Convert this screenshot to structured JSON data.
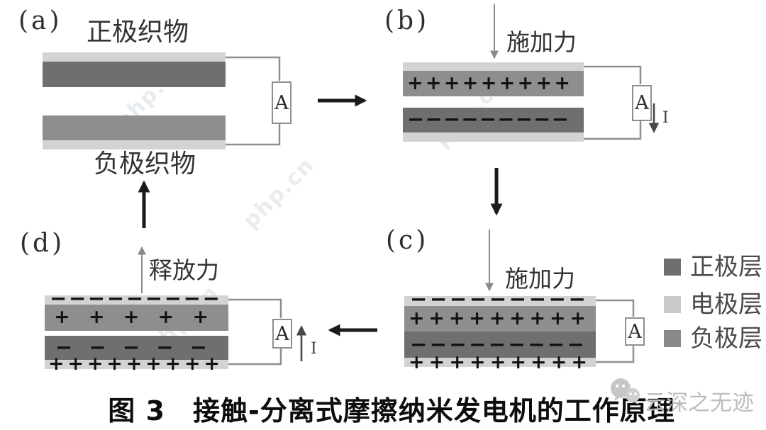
{
  "figure": {
    "caption": "图 3　接触-分离式摩擦纳米发电机的工作原理",
    "type_note": "contact-separation triboelectric nanogenerator working principle, 4 panels (a)-(d) cycle"
  },
  "colors": {
    "positive_layer_dark_gray": "#6f6f6f",
    "negative_layer_medium_gray": "#8e8e8e",
    "electrode_layer_light_gray": "#d3d3d3",
    "legend_positive": "#6f6f6f",
    "legend_electrode": "#c9c9c9",
    "legend_negative": "#8a8a8a",
    "wire_gray": "#8f8f8f",
    "cycle_arrow_black": "#1a1a1a",
    "force_arrow_gray": "#8a8a8a",
    "current_arrow_dark": "#474747",
    "charge_black": "#121212",
    "watermark_gray": "#bdbdbd"
  },
  "panels": {
    "a": {
      "label": "(a)",
      "top_label": "正极织物",
      "bottom_label": "负极织物",
      "ammeter_label": "A"
    },
    "b": {
      "label": "(b)",
      "force_label": "施加力",
      "ammeter_label": "A",
      "current_label": "I",
      "charges": {
        "upper_bar": {
          "symbol": "+",
          "count": 9
        },
        "lower_bar": {
          "symbol": "−",
          "count": 9
        }
      }
    },
    "c": {
      "label": "(c)",
      "force_label": "施加力",
      "ammeter_label": "A",
      "charges": {
        "top_electrode": {
          "symbol": "−",
          "count": 9
        },
        "upper_bar": {
          "symbol": "+",
          "count": 9
        },
        "lower_bar": {
          "symbol": "−",
          "count": 9
        },
        "bottom_electrode": {
          "symbol": "+",
          "count": 9
        }
      }
    },
    "d": {
      "label": "(d)",
      "force_label": "释放力",
      "ammeter_label": "A",
      "current_label": "I",
      "charges": {
        "top_electrode": {
          "symbol": "−",
          "count": 9
        },
        "upper_bar": {
          "symbol": "+",
          "count": 5
        },
        "lower_bar": {
          "symbol": "−",
          "count": 5
        },
        "bottom_electrode": {
          "symbol": "+",
          "count": 9
        }
      }
    }
  },
  "legend": {
    "items": [
      {
        "label": "正极层",
        "color": "#6f6f6f"
      },
      {
        "label": "电极层",
        "color": "#c9c9c9"
      },
      {
        "label": "负极层",
        "color": "#8a8a8a"
      }
    ]
  },
  "watermarks": {
    "wechat_name": "云深之无迹",
    "site": "php.cn"
  }
}
